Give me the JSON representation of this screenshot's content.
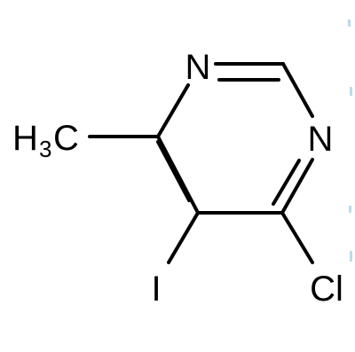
{
  "molecule": {
    "atoms": {
      "n_top": "N",
      "n_right": "N",
      "methyl_h": "H",
      "methyl_sub": "3",
      "methyl_c": "C",
      "iodine": "I",
      "chlorine": "Cl"
    }
  },
  "colors": {
    "bond": "#000000",
    "text": "#000000",
    "background": "#ffffff"
  }
}
